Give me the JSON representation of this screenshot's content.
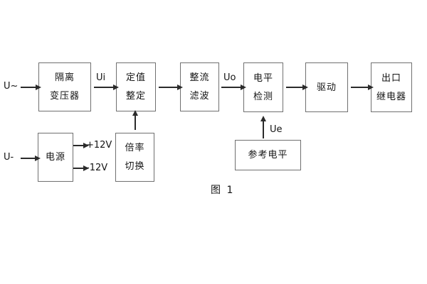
{
  "figure": {
    "caption": "图 1",
    "colors": {
      "background": "#ffffff",
      "box_border": "#707070",
      "line": "#2b2b2b",
      "text": "#141414"
    }
  },
  "blocks": {
    "isolation_transformer": {
      "line1": "隔离",
      "line2": "变压器"
    },
    "setpoint_adjust": {
      "line1": "定值",
      "line2": "整定"
    },
    "rectify_filter": {
      "line1": "整流",
      "line2": "滤波"
    },
    "level_detect": {
      "line1": "电平",
      "line2": "检测"
    },
    "drive": {
      "label": "驱动"
    },
    "output_relay": {
      "line1": "出口",
      "line2": "继电器"
    },
    "power_supply": {
      "label": "电源"
    },
    "ratio_switch": {
      "line1": "倍率",
      "line2": "切换"
    },
    "reference_level": {
      "label": "参考电平"
    }
  },
  "signals": {
    "ac_input": "U~",
    "dc_input": "U-",
    "ui": "Ui",
    "uo": "Uo",
    "ue": "Ue",
    "plus_12v": "+12V",
    "minus_12v": "-12V"
  }
}
